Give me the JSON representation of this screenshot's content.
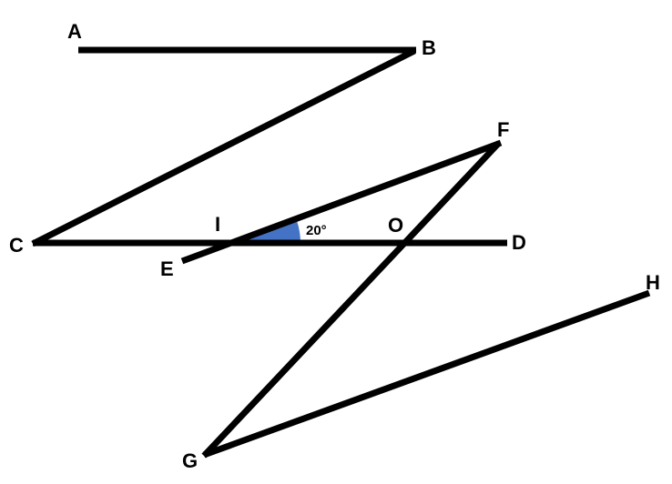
{
  "points": {
    "A": "A",
    "B": "B",
    "C": "C",
    "D": "D",
    "E": "E",
    "F": "F",
    "G": "G",
    "H": "H",
    "I": "I",
    "O": "O"
  },
  "angle": {
    "label": "20°",
    "degrees": 20,
    "fill": "#4472C4"
  },
  "segments": [
    "AB",
    "BC",
    "CD",
    "EF",
    "FG",
    "GH"
  ]
}
